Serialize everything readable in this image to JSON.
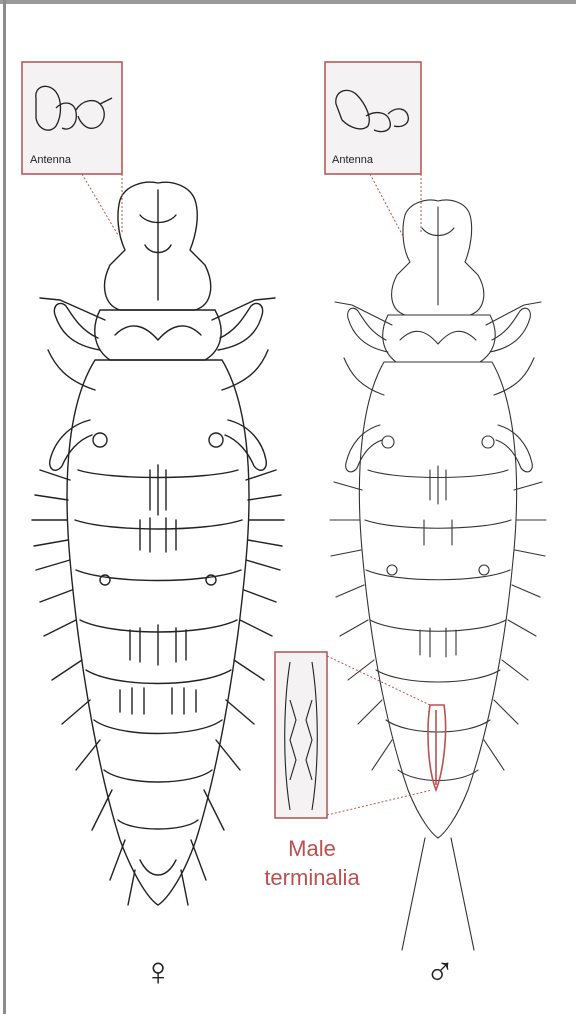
{
  "figure": {
    "left_inset_label": "Antenna",
    "right_inset_label": "Antenna",
    "terminalia_label_line1": "Male",
    "terminalia_label_line2": "terminalia",
    "female_symbol": "♀",
    "male_symbol": "♂"
  },
  "colors": {
    "line": "#222222",
    "inset_border": "#b85c5c",
    "inset_bg": "#f4f2f2",
    "annotation": "#c0504d"
  }
}
